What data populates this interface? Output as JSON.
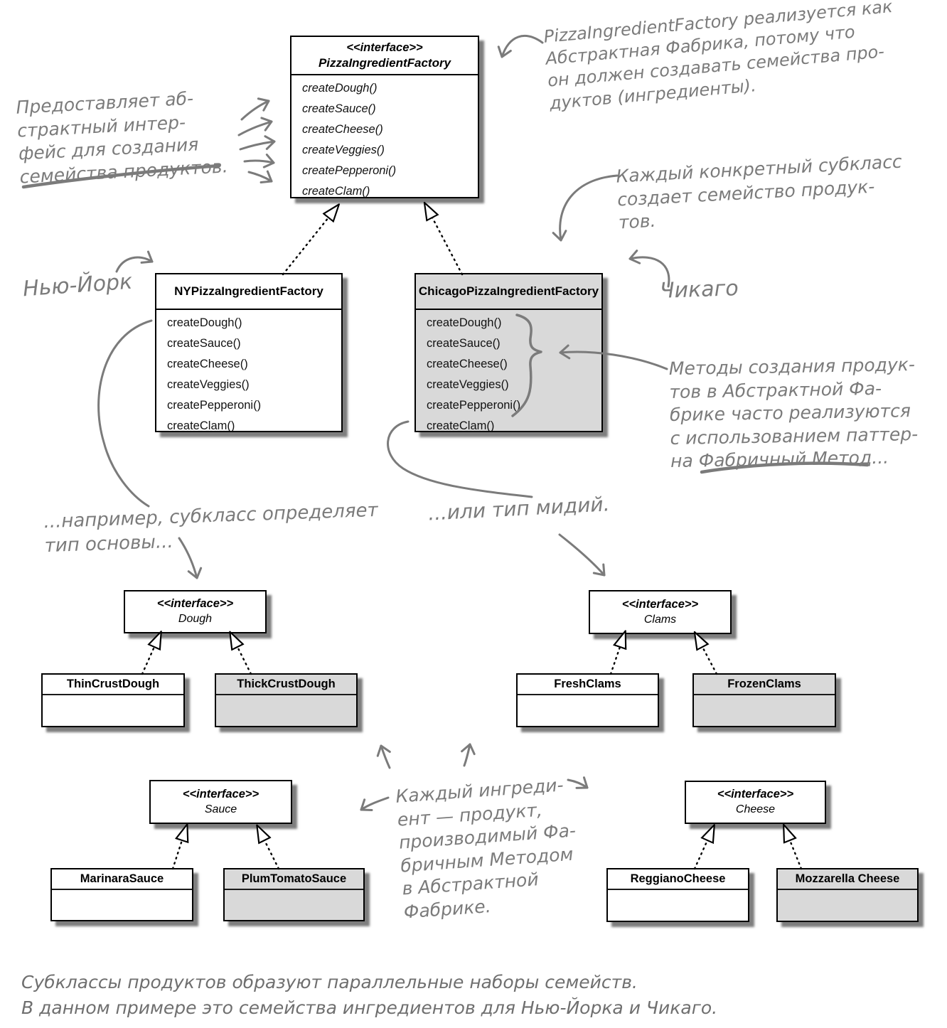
{
  "colors": {
    "box_fill_white": "#ffffff",
    "box_fill_gray": "#d9d9d9",
    "box_border": "#000000",
    "handwriting_ink": "#7b7b7b",
    "method_text": "#111111"
  },
  "classes": {
    "factory_interface": {
      "stereotype": "<<interface>>",
      "name": "PizzaIngredientFactory",
      "methods": [
        "createDough()",
        "createSauce()",
        "createCheese()",
        "createVeggies()",
        "createPepperoni()",
        "createClam()"
      ]
    },
    "ny_factory": {
      "name": "NYPizzaIngredientFactory",
      "methods": [
        "createDough()",
        "createSauce()",
        "createCheese()",
        "createVeggies()",
        "createPepperoni()",
        "createClam()"
      ]
    },
    "chicago_factory": {
      "name": "ChicagoPizzaIngredientFactory",
      "methods": [
        "createDough()",
        "createSauce()",
        "createCheese()",
        "createVeggies()",
        "createPepperoni()",
        "createClam()"
      ]
    },
    "dough_interface": {
      "stereotype": "<<interface>>",
      "name": "Dough"
    },
    "thin_crust": {
      "name": "ThinCrustDough"
    },
    "thick_crust": {
      "name": "ThickCrustDough"
    },
    "clams_interface": {
      "stereotype": "<<interface>>",
      "name": "Clams"
    },
    "fresh_clams": {
      "name": "FreshClams"
    },
    "frozen_clams": {
      "name": "FrozenClams"
    },
    "sauce_interface": {
      "stereotype": "<<interface>>",
      "name": "Sauce"
    },
    "marinara": {
      "name": "MarinaraSauce"
    },
    "plum_tomato": {
      "name": "PlumTomatoSauce"
    },
    "cheese_interface": {
      "stereotype": "<<interface>>",
      "name": "Cheese"
    },
    "reggiano": {
      "name": "ReggianoCheese"
    },
    "mozzarella": {
      "name": "Mozzarella Cheese"
    }
  },
  "annotations": {
    "provides_interface": "Предоставляет аб-\nстрактный интер-\nфейс для создания\nсемейства продуктов.",
    "realized_as": "PizzaIngredientFactory реализуется как\nАбстрактная Фабрика, потому что\nон должен создавать семейства про-\nдуктов (ингредиенты).",
    "each_subclass": "Каждый конкретный субкласс\nсоздает семейство продук-\nтов.",
    "ny_label": "Нью-Йорк",
    "chicago_label": "Чикаго",
    "factory_method": "Методы создания продук-\nтов в Абстрактной Фа-\nбрике часто реализуются\nс использованием паттер-\nна Фабричный Метод...",
    "dough_example": "...например, субкласс определяет\nтип основы...",
    "clam_example": "...или тип мидий.",
    "each_ingredient": "Каждый ингреди-\nент — продукт,\nпроизводимый Фа-\nбричным Методом\nв Абстрактной\nФабрике.",
    "caption": "Субклассы продуктов образуют параллельные наборы семейств.\nВ данном примере это семейства ингредиентов для Нью-Йорка и Чикаго."
  }
}
